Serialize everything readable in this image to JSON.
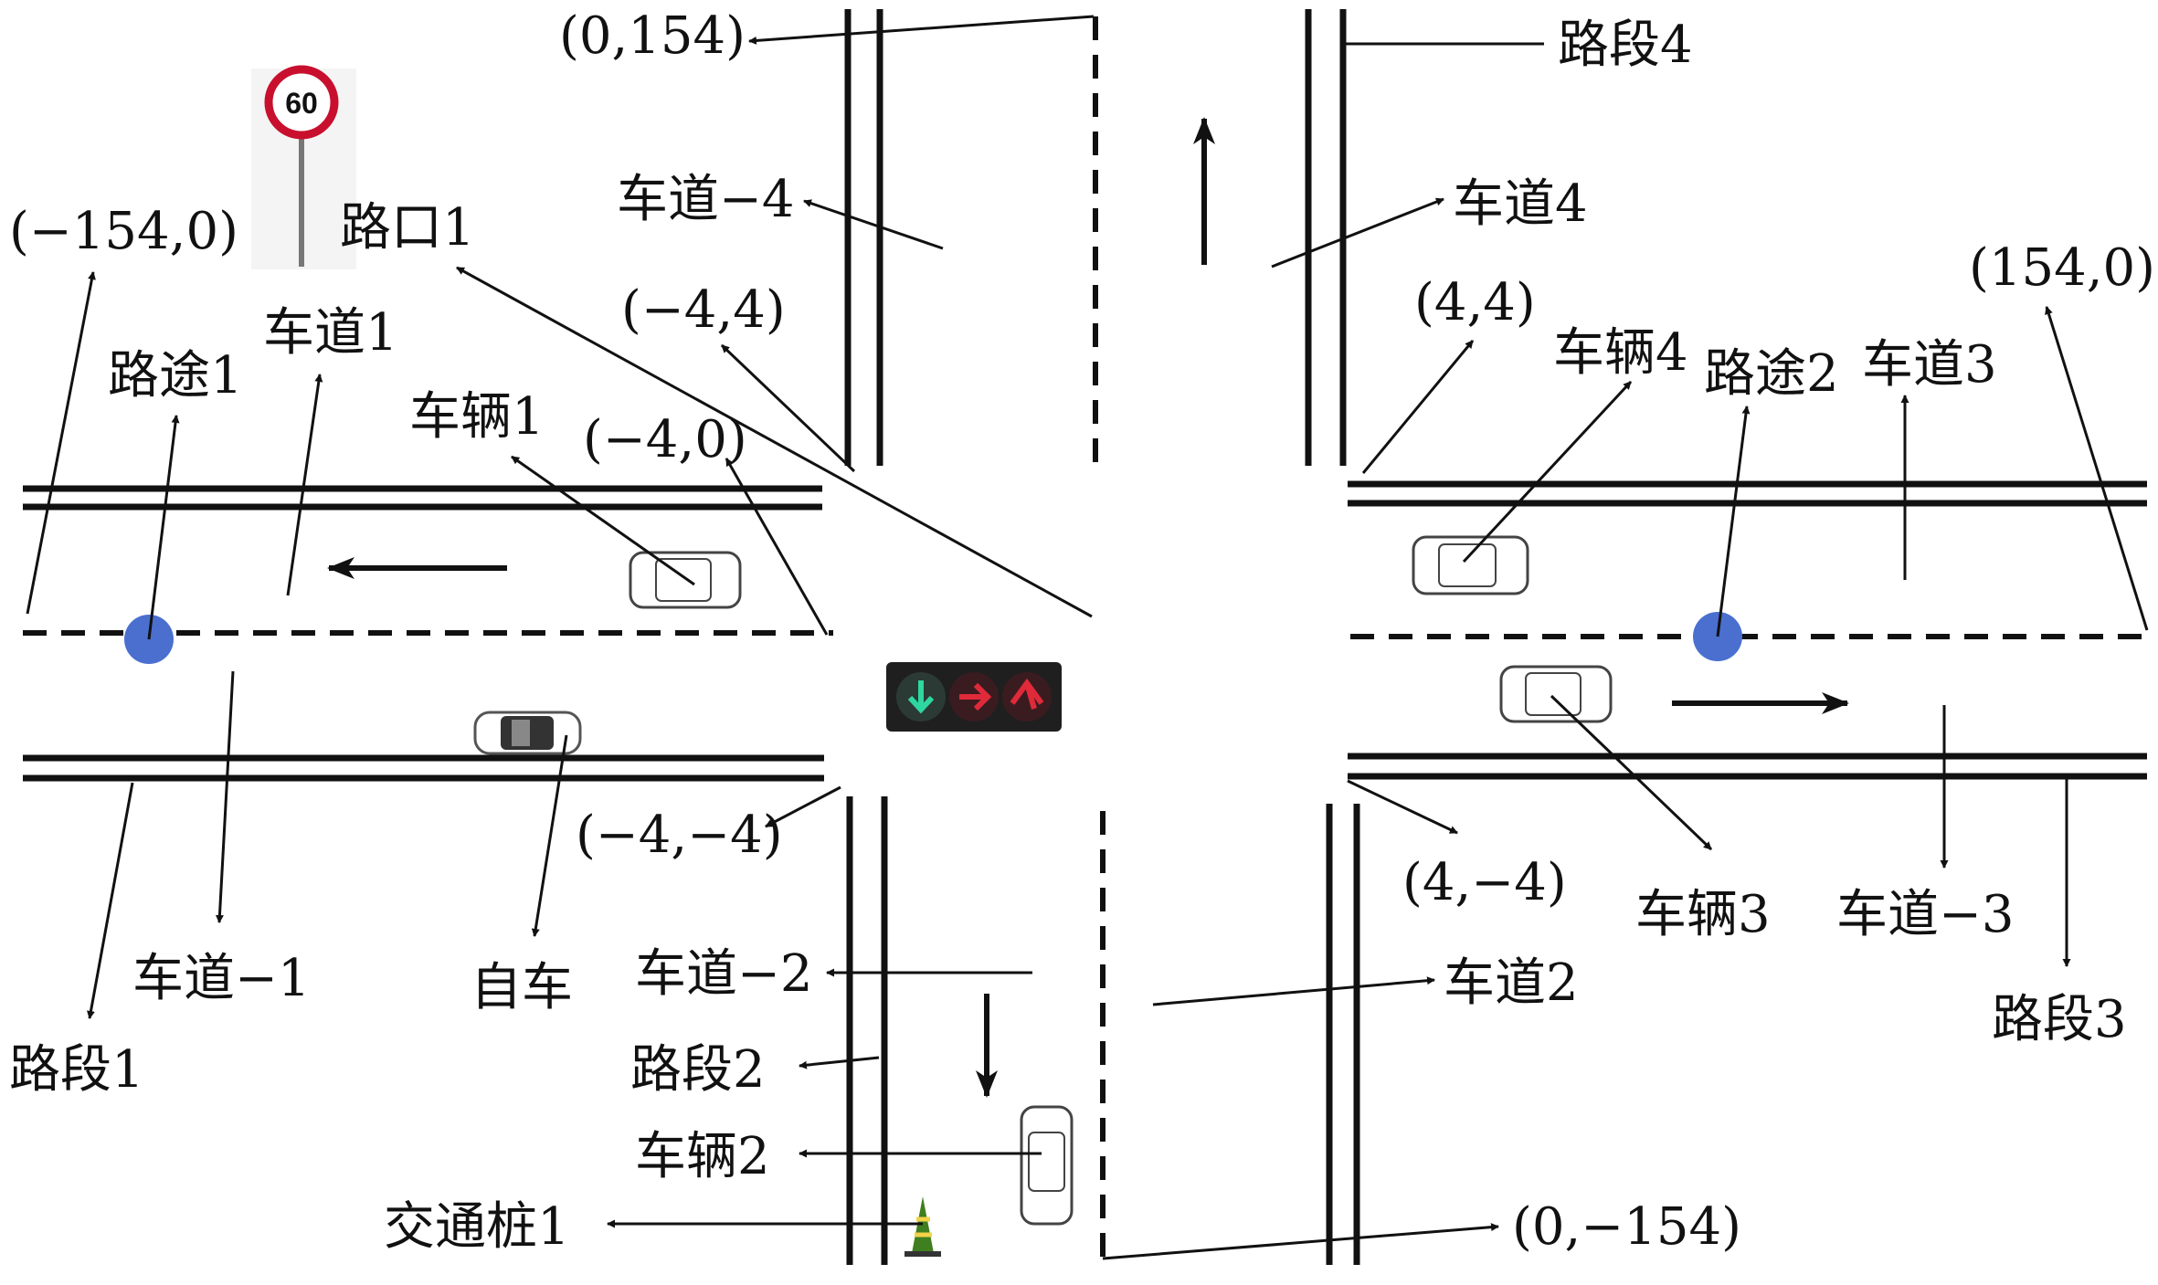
{
  "colors": {
    "ink": "#111111",
    "waypoint": "#4a6fcf",
    "sign_ring": "#c8102e",
    "signal_green": "#2fd6a0",
    "signal_red": "#e02a3a",
    "cone": "#3f7f1f"
  },
  "icons": [
    "speed-limit-sign-icon",
    "traffic-light-icon",
    "traffic-cone-icon",
    "car-icon",
    "waypoint-dot-icon"
  ],
  "sign": {
    "speed": "60"
  },
  "coords": {
    "top": "(0,154)",
    "left": "(−154,0)",
    "right": "(154,0)",
    "bottom": "(0,−154)",
    "nw_top": "(−4,4)",
    "nw_bottom": "(−4,0)",
    "ne": "(4,4)",
    "sw": "(−4,−4)",
    "se": "(4,−4)"
  },
  "labels": {
    "intersection1": "路口1",
    "lane1": "车道1",
    "lane_neg1": "车道−1",
    "lane2": "车道2",
    "lane_neg2": "车道−2",
    "lane3": "车道3",
    "lane_neg3": "车道−3",
    "lane4": "车道4",
    "lane_neg4": "车道−4",
    "segment1": "路段1",
    "segment2": "路段2",
    "segment3": "路段3",
    "segment4": "路段4",
    "waypoint1": "路途1",
    "waypoint2": "路途2",
    "vehicle1": "车辆1",
    "vehicle2": "车辆2",
    "vehicle3": "车辆3",
    "vehicle4": "车辆4",
    "ego": "自车",
    "cone1": "交通桩1"
  }
}
